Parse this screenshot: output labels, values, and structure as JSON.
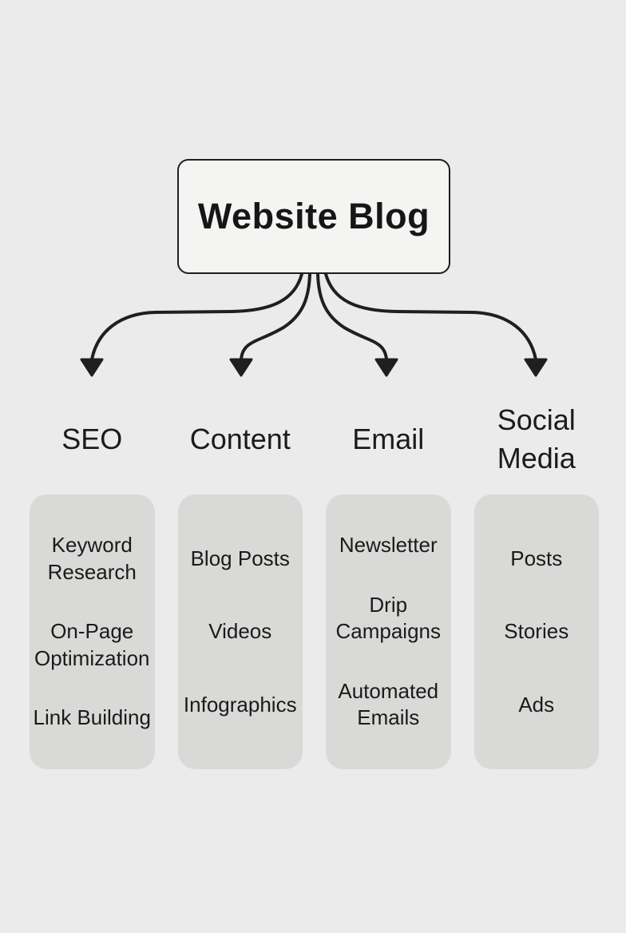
{
  "page": {
    "background_color": "#ebebec"
  },
  "root_node": {
    "title": "Website Blog"
  },
  "branches": [
    {
      "label": "SEO",
      "items": [
        "Keyword Research",
        "On-Page Optimization",
        "Link Building"
      ]
    },
    {
      "label": "Content",
      "items": [
        "Blog Posts",
        "Videos",
        "Infographics"
      ]
    },
    {
      "label": "Email",
      "items": [
        "Newsletter",
        "Drip Campaigns",
        "Automated Emails"
      ]
    },
    {
      "label": "Social Media",
      "items": [
        "Posts",
        "Stories",
        "Ads"
      ]
    }
  ],
  "colors": {
    "background": "#ebebec",
    "root_node_fill": "#f4f4f3",
    "root_node_border": "#1f1f1f",
    "pill_fill": "#d9d9d8",
    "connector_stroke": "#1f1f1f",
    "text": "#1b1b1b"
  }
}
